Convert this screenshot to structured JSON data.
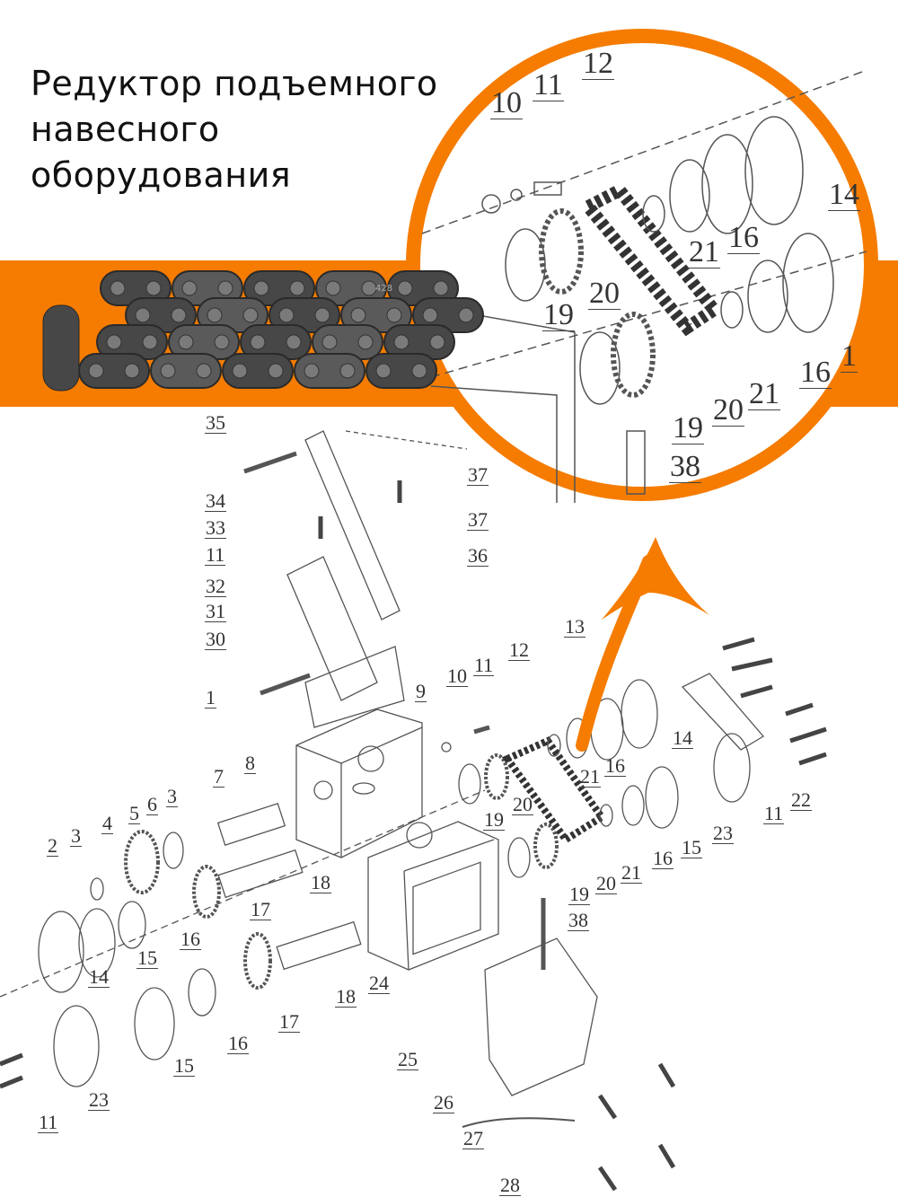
{
  "title": {
    "line1": "Редуктор подъемного",
    "line2": "навесного",
    "line3": "оборудования"
  },
  "colors": {
    "accent": "#f57c00",
    "chain": "#4a4a4a",
    "lineart": "#555555",
    "text": "#111111"
  },
  "chain_photo": {
    "link_marking": "428"
  },
  "inset_callouts": [
    "10",
    "11",
    "12",
    "14",
    "21",
    "16",
    "20",
    "19",
    "16",
    "21",
    "20",
    "19",
    "38",
    "1"
  ],
  "main_callouts": [
    "35",
    "34",
    "33",
    "11",
    "32",
    "31",
    "30",
    "1",
    "9",
    "10",
    "11",
    "12",
    "13",
    "37",
    "37",
    "36",
    "8",
    "7",
    "3",
    "6",
    "5",
    "4",
    "3",
    "2",
    "18",
    "17",
    "16",
    "15",
    "14",
    "19",
    "20",
    "21",
    "16",
    "14",
    "23",
    "11",
    "22",
    "15",
    "16",
    "21",
    "20",
    "19",
    "38",
    "24",
    "18",
    "17",
    "16",
    "15",
    "23",
    "11",
    "25",
    "26",
    "27",
    "28"
  ]
}
